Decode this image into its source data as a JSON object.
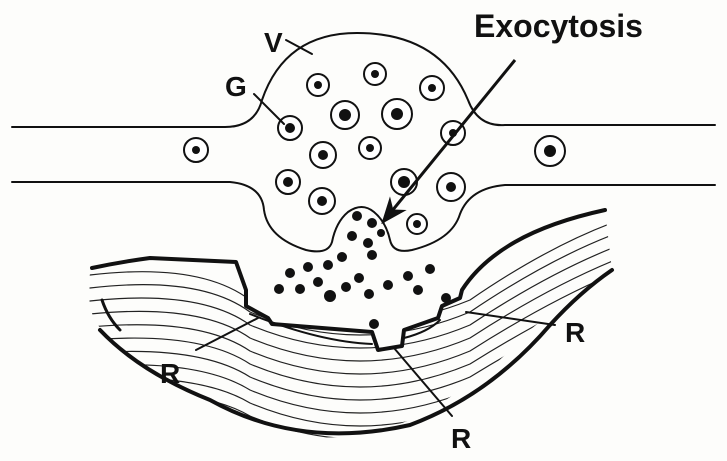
{
  "labels": {
    "exocytosis": "Exocytosis",
    "vesicle_label": "V",
    "granule_label": "G",
    "receptor_left": "R",
    "receptor_right": "R",
    "receptor_bottom": "R"
  },
  "colors": {
    "ink": "#111111",
    "background": "#fdfdfb"
  }
}
